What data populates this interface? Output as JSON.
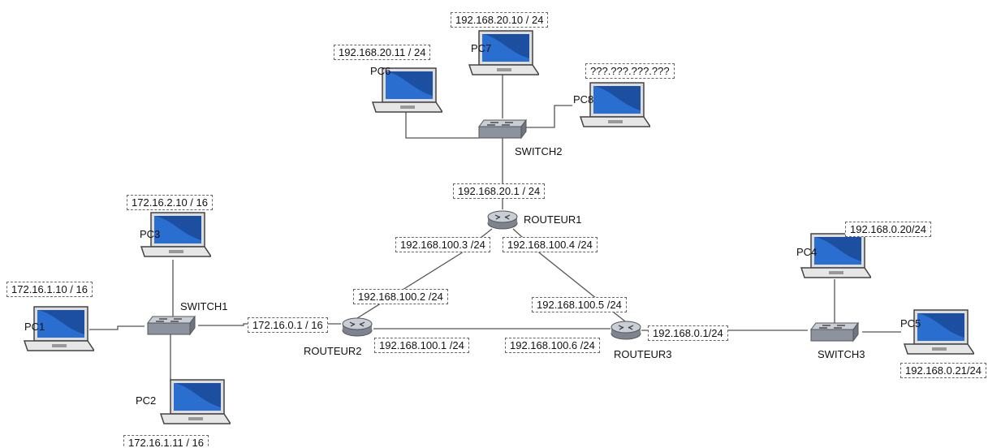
{
  "devices": {
    "pc1": "PC1",
    "pc2": "PC2",
    "pc3": "PC3",
    "pc4": "PC4",
    "pc5": "PC5",
    "pc6": "PC6",
    "pc7": "PC7",
    "pc8": "PC8",
    "switch1": "SWITCH1",
    "switch2": "SWITCH2",
    "switch3": "SWITCH3",
    "routeur1": "ROUTEUR1",
    "routeur2": "ROUTEUR2",
    "routeur3": "ROUTEUR3"
  },
  "addresses": {
    "pc1": "172.16.1.10 / 16",
    "pc2": "172.16.1.11 / 16",
    "pc3": "172.16.2.10 / 16",
    "pc4": "192.168.0.20/24",
    "pc5": "192.168.0.21/24",
    "pc6": "192.168.20.11 / 24",
    "pc7": "192.168.20.10 / 24",
    "pc8": "???.???.???.???",
    "r1_switch2": "192.168.20.1 / 24",
    "r1_left": "192.168.100.3 /24",
    "r1_right": "192.168.100.4 /24",
    "r2_top": "192.168.100.2 /24",
    "r2_lan": "172.16.0.1 / 16",
    "r2_right": "192.168.100.1 /24",
    "r3_top": "192.168.100.5 /24",
    "r3_left": "192.168.100.6 /24",
    "r3_lan": "192.168.0.1/24"
  }
}
